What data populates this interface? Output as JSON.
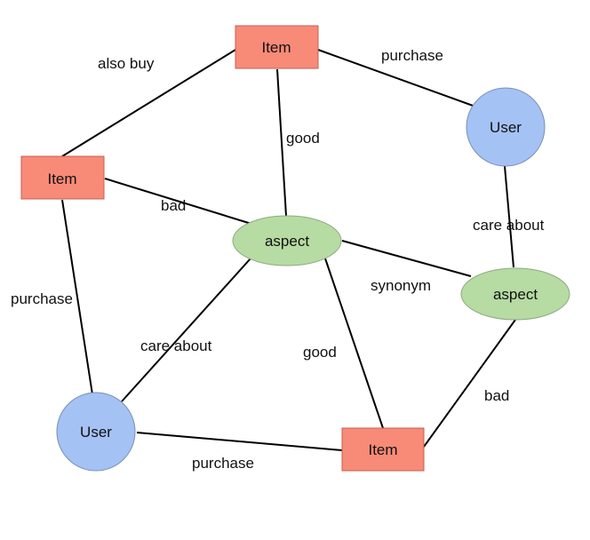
{
  "nodes": {
    "item_top": "Item",
    "item_left": "Item",
    "item_bottom": "Item",
    "user_right": "User",
    "user_bottom_left": "User",
    "aspect_center": "aspect",
    "aspect_right": "aspect"
  },
  "edges": {
    "also_buy": "also buy",
    "purchase_top_right": "purchase",
    "good_top": "good",
    "bad_left": "bad",
    "care_about_right": "care about",
    "synonym": "synonym",
    "purchase_left": "purchase",
    "care_about_center": "care about",
    "good_bottom": "good",
    "bad_right": "bad",
    "purchase_bottom": "purchase"
  },
  "colors": {
    "item": "#f88a78",
    "user": "#a4c2f4",
    "aspect": "#b6dba3"
  }
}
